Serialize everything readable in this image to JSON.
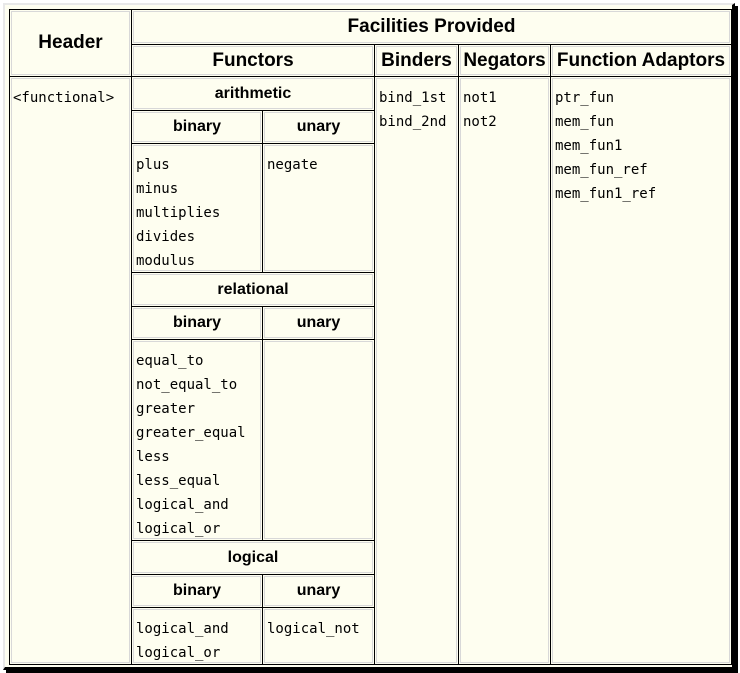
{
  "headers": {
    "header": "Header",
    "facilities_provided": "Facilities Provided",
    "functors": "Functors",
    "binders": "Binders",
    "negators": "Negators",
    "function_adaptors": "Function Adaptors"
  },
  "header_name": "<functional>",
  "arithmetic": {
    "title": "arithmetic",
    "binary_label": "binary",
    "unary_label": "unary",
    "binary": [
      "plus",
      "minus",
      "multiplies",
      "divides",
      "modulus"
    ],
    "unary": [
      "negate"
    ]
  },
  "relational": {
    "title": "relational",
    "binary_label": "binary",
    "unary_label": "unary",
    "binary": [
      "equal_to",
      "not_equal_to",
      "greater",
      "greater_equal",
      "less",
      "less_equal",
      "logical_and",
      "logical_or"
    ],
    "unary": []
  },
  "logical": {
    "title": "logical",
    "binary_label": "binary",
    "unary_label": "unary",
    "binary": [
      "logical_and",
      "logical_or"
    ],
    "unary": [
      "logical_not"
    ]
  },
  "binders": [
    "bind_1st",
    "bind_2nd"
  ],
  "negators": [
    "not1",
    "not2"
  ],
  "function_adaptors": [
    "ptr_fun",
    "mem_fun",
    "mem_fun1",
    "mem_fun_ref",
    "mem_fun1_ref"
  ]
}
